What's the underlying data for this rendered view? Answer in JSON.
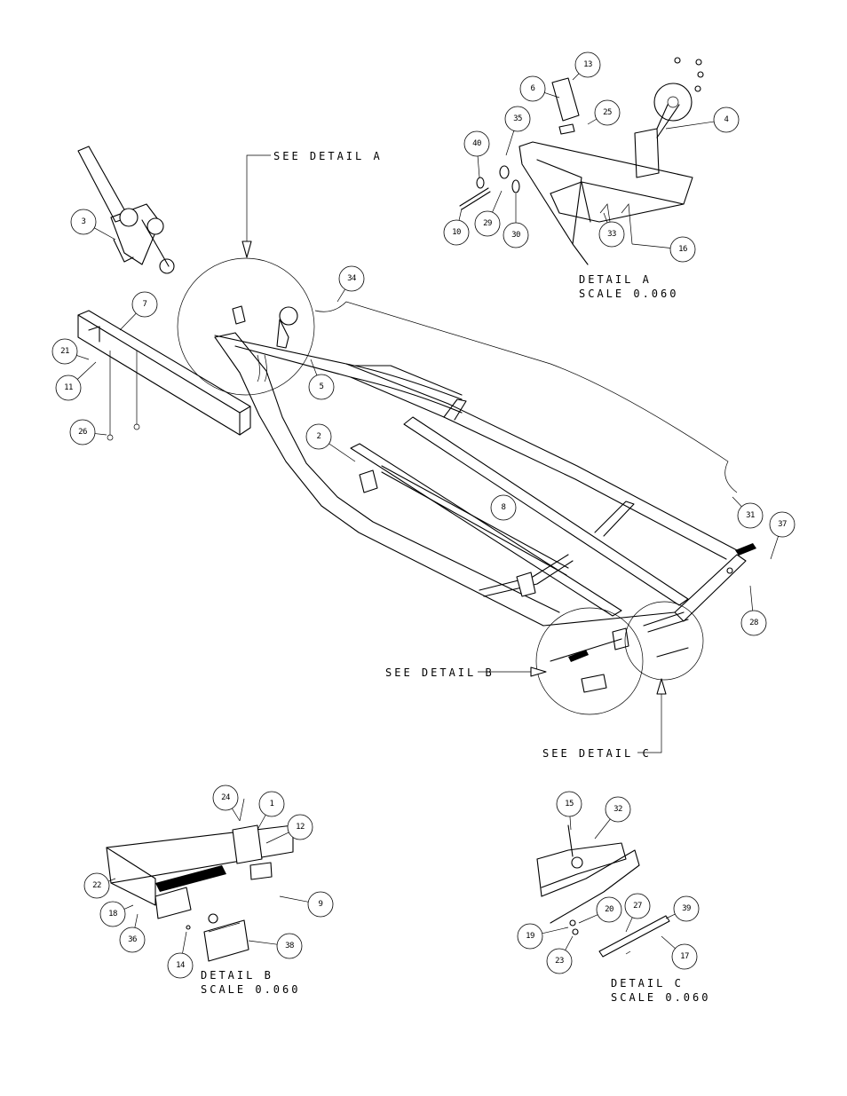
{
  "labels": {
    "see_detail_a": "SEE DETAIL  A",
    "see_detail_b": "SEE DETAIL  B",
    "see_detail_c": "SEE DETAIL  C",
    "detail_a_title": "DETAIL  A",
    "detail_a_scale": "SCALE  0.060",
    "detail_b_title": "DETAIL  B",
    "detail_b_scale": "SCALE  0.060",
    "detail_c_title": "DETAIL  C",
    "detail_c_scale": "SCALE  0.060"
  },
  "callouts": {
    "c1": "1",
    "c2": "2",
    "c3": "3",
    "c4": "4",
    "c5": "5",
    "c6": "6",
    "c7": "7",
    "c8": "8",
    "c9": "9",
    "c10": "10",
    "c11": "11",
    "c12": "12",
    "c13": "13",
    "c14": "14",
    "c15": "15",
    "c16": "16",
    "c17": "17",
    "c18": "18",
    "c19": "19",
    "c20": "20",
    "c21": "21",
    "c22": "22",
    "c23": "23",
    "c24": "24",
    "c25": "25",
    "c26": "26",
    "c27": "27",
    "c28": "28",
    "c29": "29",
    "c30": "30",
    "c31": "31",
    "c32": "32",
    "c33": "33",
    "c34": "34",
    "c35": "35",
    "c36": "36",
    "c37": "37",
    "c38": "38",
    "c39": "39",
    "c40": "40"
  },
  "colors": {
    "ink": "#000000",
    "paper": "#ffffff"
  }
}
